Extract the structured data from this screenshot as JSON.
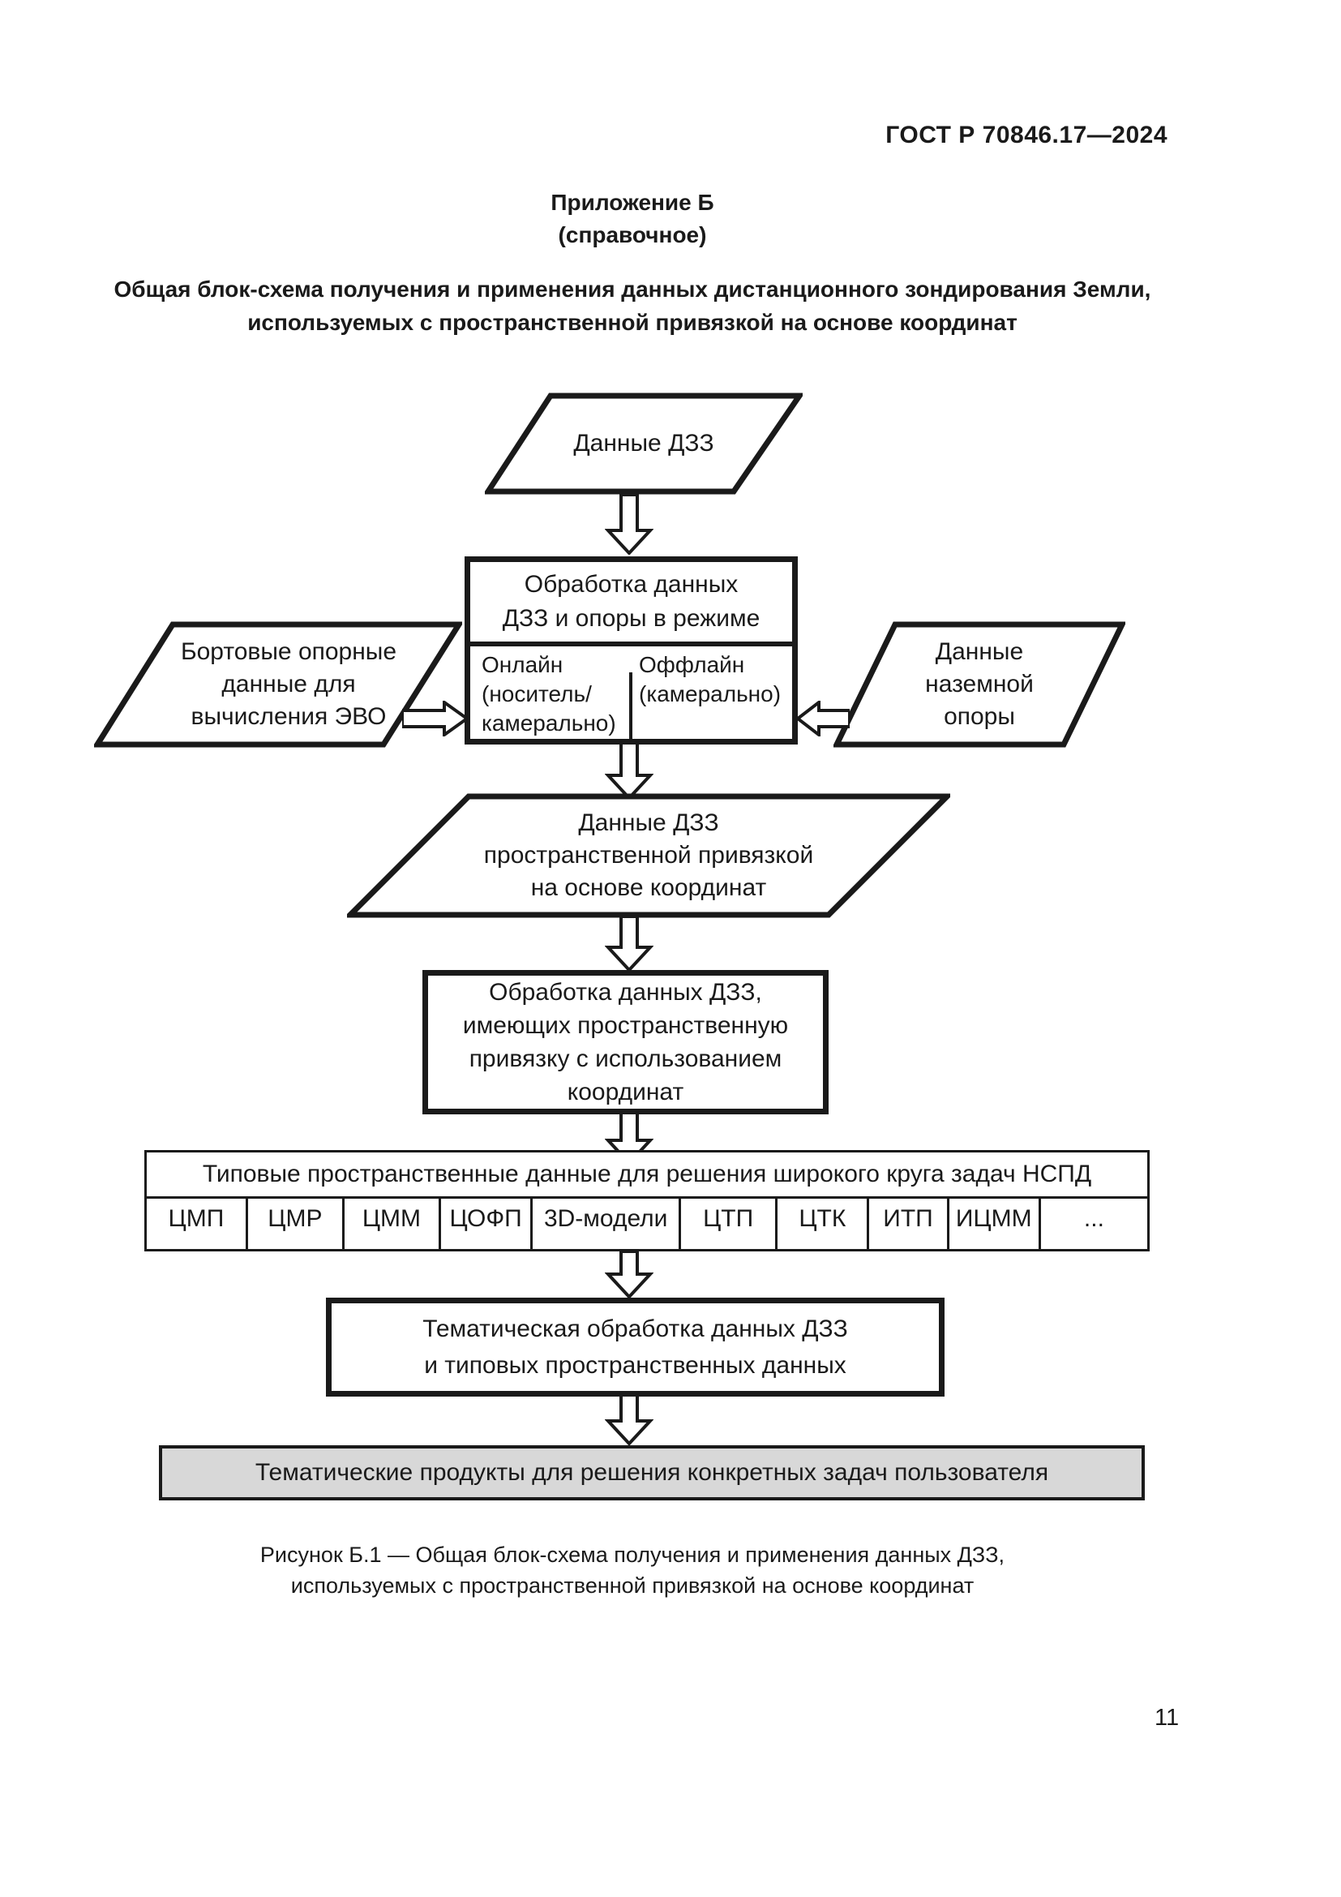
{
  "page": {
    "standard_code": "ГОСТ Р 70846.17—2024",
    "appendix_title": "Приложение Б",
    "appendix_subtitle": "(справочное)",
    "document_title": "Общая блок-схема получения и применения данных дистанционного зондирования Земли,\nиспользуемых с пространственной привязкой на основе координат",
    "page_number": "11"
  },
  "flowchart": {
    "dzz_data": "Данные ДЗЗ",
    "processing_mode": "Обработка данных\nДЗЗ и опоры в режиме",
    "online_mode": "Онлайн\n(носитель/\nкамерально)",
    "offline_mode": "Оффлайн\n(камерально)",
    "onboard_data": "Бортовые опорные\nданные для\nвычисления ЭВО",
    "ground_data": "Данные\nназемной\nопоры",
    "dzz_georeferenced": "Данные ДЗЗ\nпространственной привязкой\nна основе координат",
    "processing_georeferenced": "Обработка данных ДЗЗ,\nимеющих пространственную\nпривязку с использованием\nкоординат",
    "typical_data_header": "Типовые пространственные данные для решения широкого круга задач НСПД",
    "data_type_cells": [
      "ЦМП",
      "ЦМР",
      "ЦММ",
      "ЦОФП",
      "3D-модели",
      "ЦТП",
      "ЦТК",
      "ИТП",
      "ИЦММ",
      "..."
    ],
    "thematic_processing": "Тематическая обработка данных ДЗЗ\nи типовых пространственных данных",
    "thematic_products": "Тематические продукты для решения конкретных задач пользователя"
  },
  "figure_caption": "Рисунок Б.1 — Общая блок-схема получения и применения данных ДЗЗ,\nиспользуемых с пространственной привязкой на основе координат",
  "colors": {
    "ink": "#1a1a1a",
    "products_fill": "#d8d8d8"
  }
}
